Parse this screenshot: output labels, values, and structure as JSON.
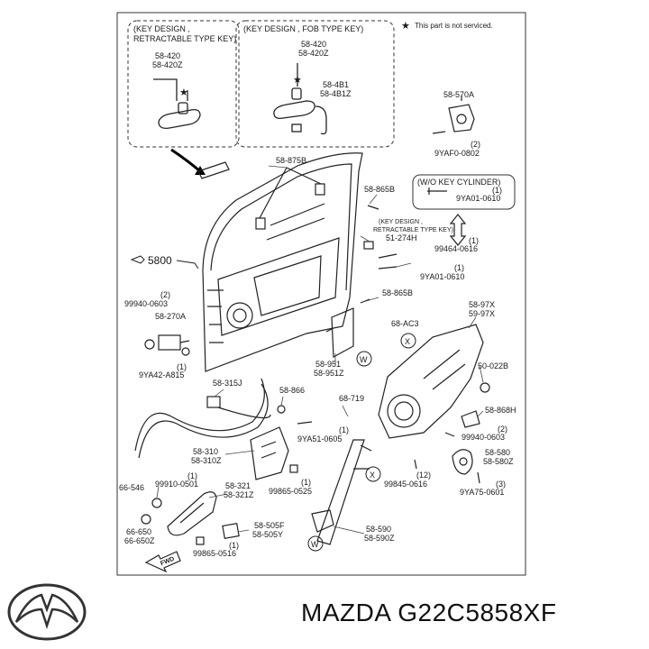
{
  "header": {
    "legend_star": "★",
    "legend_text": "This part is not serviced."
  },
  "boxes": {
    "key_retract_1": "(KEY DESIGN , ",
    "key_retract_2": "RETRACTABLE TYPE KEY)",
    "key_fob": "(KEY DESIGN , FOB TYPE KEY)",
    "wo_key": "(W/O KEY CYLINDER)"
  },
  "labels": {
    "l_58420_a": "58-420",
    "l_58420z_a": "58-420Z",
    "l_58420_b": "58-420",
    "l_58420z_b": "58-420Z",
    "l_584b1": "58-4B1",
    "l_584b1z": "58-4B1Z",
    "l_58570a": "58-570A",
    "l_2a": "(2)",
    "l_9yaf0": "9YAF0-0802",
    "l_58875b": "58-875B",
    "l_58865b_a": "58-865B",
    "l_1a": "(1)",
    "l_9ya01_a": "9YA01-0610",
    "l_keyd": "(KEY DESIGN ,",
    "l_retr": "RETRACTABLE TYPE KEY)",
    "l_51274h": "51-274H",
    "l_1b": "(1)",
    "l_99464": "99464-0616",
    "l_5800": "5800",
    "l_1c": "(1)",
    "l_9ya01_b": "9YA01-0610",
    "l_58865b_b": "58-865B",
    "l_2b": "(2)",
    "l_99940_a": "99940-0603",
    "l_58270a": "58-270A",
    "l_1d": "(1)",
    "l_9ya42": "9YA42-A815",
    "l_68ac3": "68-AC3",
    "l_5897x": "58-97X",
    "l_5997x": "59-97X",
    "l_58951": "58-951",
    "l_58951z": "58-951Z",
    "l_50022b": "50-022B",
    "l_58315j": "58-315J",
    "l_58866": "58-866",
    "l_68719": "68-719",
    "l_58868h": "58-868H",
    "l_1e": "(1)",
    "l_9ya51": "9YA51-0605",
    "l_2c": "(2)",
    "l_99940_b": "99940-0603",
    "l_58310": "58-310",
    "l_58310z": "58-310Z",
    "l_58580": "58-580",
    "l_58580z": "58-580Z",
    "l_1f": "(1)",
    "l_99910": "99910-0501",
    "l_66546": "66-546",
    "l_58321": "58-321",
    "l_58321z": "58-321Z",
    "l_1g": "(1)",
    "l_99865_a": "99865-0525",
    "l_12": "(12)",
    "l_99845": "99845-0616",
    "l_3": "(3)",
    "l_9ya75": "9YA75-0601",
    "l_66650": "66-650",
    "l_66650z": "66-650Z",
    "l_58505f": "58-505F",
    "l_58505y": "58-505Y",
    "l_1h": "(1)",
    "l_99865_b": "99865-0516",
    "l_58590": "58-590",
    "l_58590z": "58-590Z",
    "fwd": "FWD",
    "x1": "X",
    "x2": "X",
    "w1": "W",
    "w2": "W"
  },
  "footer": {
    "part_number": "MAZDA G22C5858XF"
  }
}
